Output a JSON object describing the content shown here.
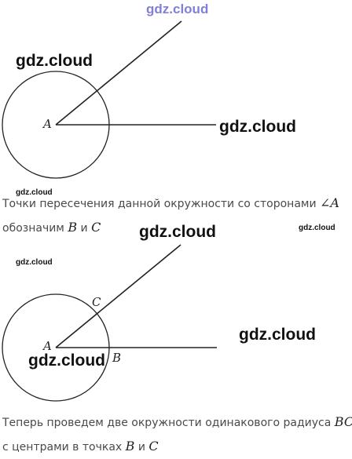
{
  "watermarks": {
    "top_blue": "gdz.cloud",
    "fig1_left": "gdz.cloud",
    "fig1_right": "gdz.cloud",
    "small_left_1": "gdz.cloud",
    "small_right": "gdz.cloud",
    "middle": "gdz.cloud",
    "small_left_2": "gdz.cloud",
    "fig2_right": "gdz.cloud",
    "fig2_bottom": "gdz.cloud"
  },
  "figure1": {
    "vertex_label": "A"
  },
  "paragraph1": {
    "line1_text": "Точки пересечения данной окружности со сторонами ",
    "line1_math": "∠A",
    "line2_text": "обозначим ",
    "line2_b": "B",
    "line2_and": " и ",
    "line2_c": "C"
  },
  "figure2": {
    "label_a": "A",
    "label_b": "B",
    "label_c": "C"
  },
  "paragraph2": {
    "line1_text": "Теперь проведем две окружности одинакового радиуса ",
    "line1_math": "BC",
    "line2_text": "с центрами в точках ",
    "line2_b": "B",
    "line2_and": " и ",
    "line2_c": "C"
  }
}
